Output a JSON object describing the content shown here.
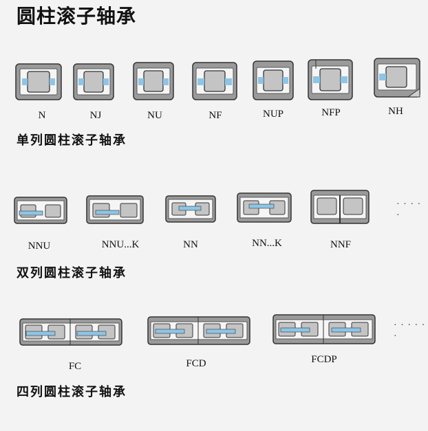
{
  "title": "圆柱滚子轴承",
  "single_row": {
    "label": "单列圆柱滚子轴承",
    "types": [
      "N",
      "NJ",
      "NU",
      "NF",
      "NUP",
      "NFP",
      "NH"
    ]
  },
  "double_row": {
    "label": "双列圆柱滚子轴承",
    "types": [
      "NNU",
      "NNU...K",
      "NN",
      "NN...K",
      "NNF"
    ],
    "more": "· · · · ·"
  },
  "four_row": {
    "label": "四列圆柱滚子轴承",
    "types": [
      "FC",
      "FCD",
      "FCDP"
    ],
    "more": "· · · · · ·"
  }
}
